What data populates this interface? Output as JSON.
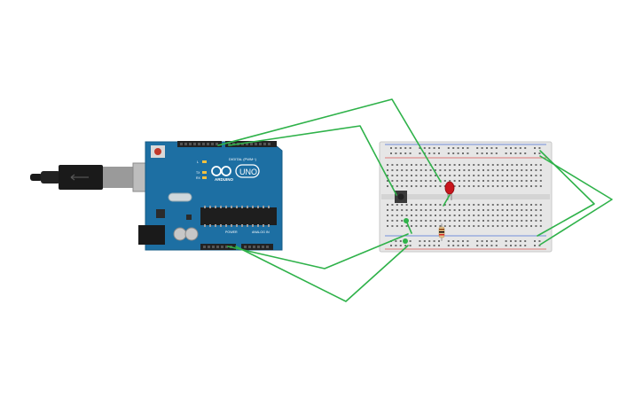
{
  "arduino": {
    "brand": "ARDUINO",
    "model": "UNO",
    "header_digital": "DIGITAL (PWM~)",
    "header_power": "POWER",
    "header_analog": "ANALOG IN",
    "tx_label": "TX",
    "rx_label": "RX",
    "l_label": "L"
  },
  "colors": {
    "board_blue": "#1d6fa3",
    "wire_green": "#2fb24a",
    "breadboard_bg": "#e6e6e6",
    "rail_red": "#d9534f",
    "rail_blue": "#4a6fd4",
    "led_red": "#c8161d",
    "usb_black": "#1a1a1a"
  },
  "components": {
    "usb_cable": "usb-cable",
    "pushbutton": "pushbutton",
    "led": "red-led",
    "resistor": "resistor"
  }
}
